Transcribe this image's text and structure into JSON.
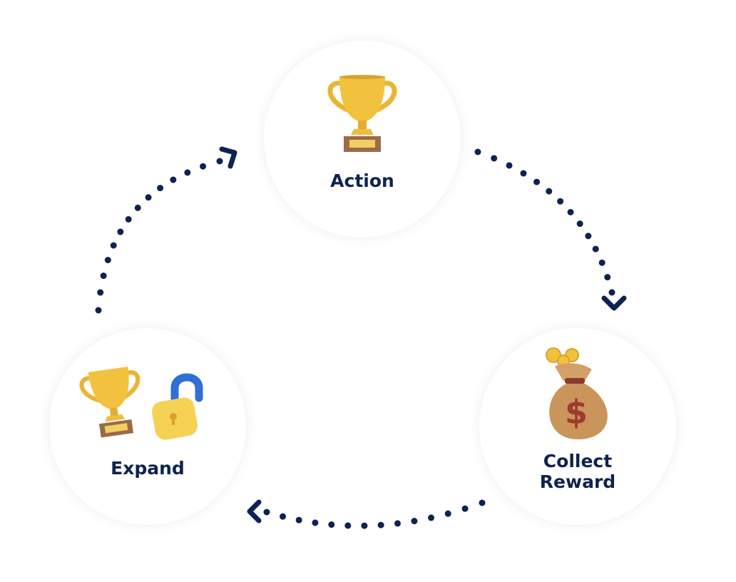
{
  "nodes": {
    "action": {
      "label": "Action",
      "icon": "trophy-icon"
    },
    "collect": {
      "label_line1": "Collect",
      "label_line2": "Reward",
      "icon": "money-bag-icon"
    },
    "expand": {
      "label": "Expand",
      "icons": [
        "trophy-icon",
        "unlocked-padlock-icon"
      ]
    }
  },
  "colors": {
    "text": "#0d2350",
    "arrow": "#0d2350",
    "gold": "#f0bf3c",
    "bag": "#c9955a",
    "lock_shackle": "#2f6fd6"
  }
}
